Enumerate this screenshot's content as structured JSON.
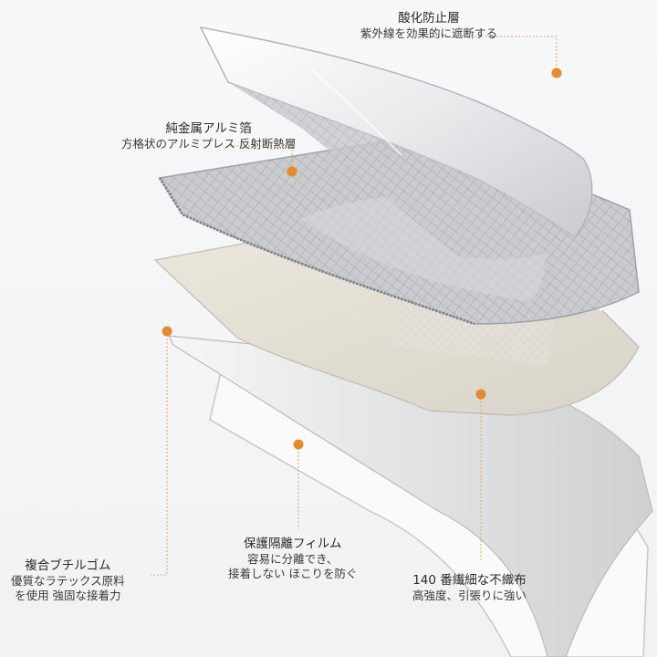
{
  "layers": {
    "oxidation": {
      "title": "酸化防止層",
      "desc": "紫外線を効果的に遮断する"
    },
    "foil": {
      "title": "純金属アルミ箔",
      "desc": "方格状のアルミプレス 反射断熱層"
    },
    "rubber": {
      "title": "複合ブチルゴム",
      "desc1": "優質なラテックス原料",
      "desc2": "を使用 強固な接着力"
    },
    "film": {
      "title": "保護隔離フィルム",
      "desc1": "容易に分離でき、",
      "desc2": "接着しない ほこりを防ぐ"
    },
    "fabric": {
      "title": "140 番繊細な不織布",
      "desc": "高強度、引張りに強い"
    }
  },
  "colors": {
    "accent": "#e8892b",
    "leader": "#e8a55a"
  }
}
